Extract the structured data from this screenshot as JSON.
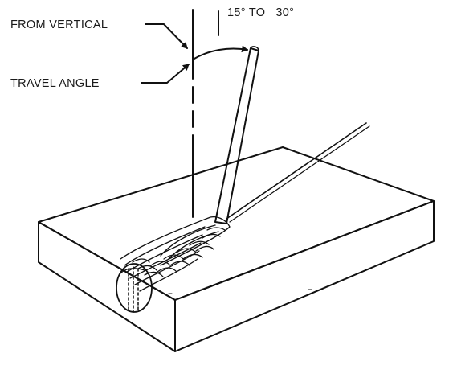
{
  "labels": {
    "from_vertical": "FROM VERTICAL",
    "travel_angle": "TRAVEL ANGLE",
    "angle_range": "15° TO   30°"
  },
  "colors": {
    "ink": "#111111",
    "background": "#ffffff"
  }
}
